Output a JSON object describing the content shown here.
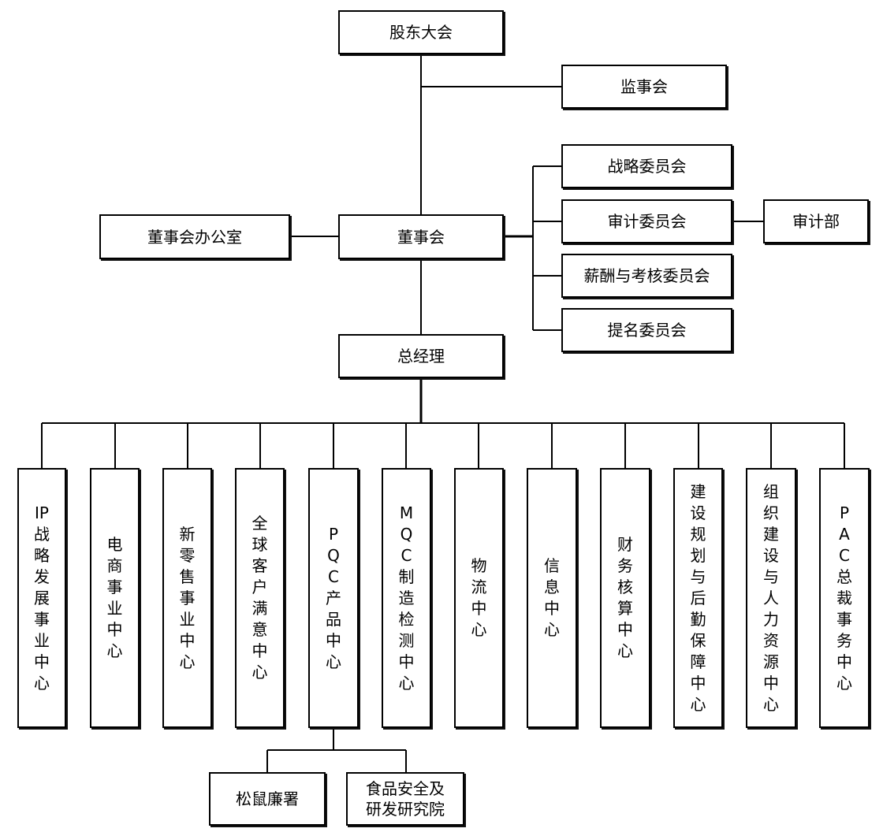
{
  "top": {
    "shareholders": "股东大会",
    "supervisors": "监事会",
    "board": "董事会",
    "board_office": "董事会办公室",
    "gm": "总经理"
  },
  "committees": [
    "战略委员会",
    "审计委员会",
    "薪酬与考核委员会",
    "提名委员会"
  ],
  "audit_dept": "审计部",
  "centers": [
    "IP 战略发展事业中心",
    "电商事业中心",
    "新零售事业中心",
    "全球客户满意中心",
    "PQC产品中心",
    "MQC制造检测中心",
    "物流中心",
    "信息中心",
    "财务核算中心",
    "建设规划与后勤保障中心",
    "组织建设与人力资源中心",
    "PAC总裁事务中心"
  ],
  "pqc_children": {
    "left": "松鼠廉署",
    "right_line1": "食品安全及",
    "right_line2": "研发研究院"
  }
}
